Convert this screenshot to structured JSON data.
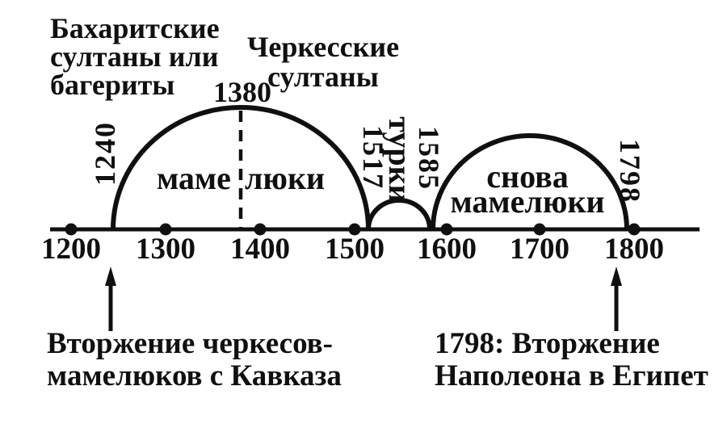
{
  "colors": {
    "ink": "#101010",
    "background": "#ffffff"
  },
  "titles": {
    "bahri": {
      "l1": "Бахаритские",
      "l2": "султаны или",
      "l3": "багериты"
    },
    "circassian": {
      "l1": "Черкесские",
      "l2": "султаны"
    }
  },
  "periods": {
    "mamluk": {
      "start": "1240",
      "peak": "1380",
      "end": "1517",
      "name_left": "маме",
      "name_right": "люки"
    },
    "turk": {
      "name": "турки",
      "start": "1517",
      "end": "1585"
    },
    "mamluk_again": {
      "name_l1": "снова",
      "name_l2": "мамелюки",
      "start": "1585",
      "end": "1798"
    }
  },
  "axis": {
    "ticks": [
      "1200",
      "1300",
      "1400",
      "1500",
      "1600",
      "1700",
      "1800"
    ]
  },
  "annotations": {
    "left": {
      "l1": "Вторжение черкесов-",
      "l2": "мамелюков с Кавказа"
    },
    "right": {
      "l1": "1798: Вторжение",
      "l2": "Наполеона в Египет"
    }
  }
}
